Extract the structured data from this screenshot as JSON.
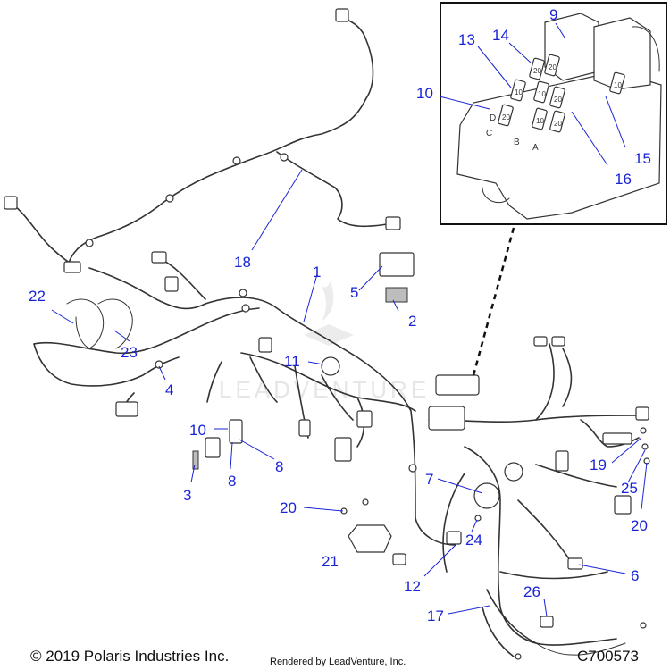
{
  "diagram": {
    "watermark": "LEADVENTURE",
    "callouts": {
      "c1": "1",
      "c2": "2",
      "c3": "3",
      "c4": "4",
      "c5": "5",
      "c6": "6",
      "c7": "7",
      "c8a": "8",
      "c8b": "8",
      "c9": "9",
      "c10a": "10",
      "c10b": "10",
      "c11": "11",
      "c12": "12",
      "c13": "13",
      "c14": "14",
      "c15": "15",
      "c16": "16",
      "c17": "17",
      "c18": "18",
      "c19": "19",
      "c20a": "20",
      "c20b": "20",
      "c21": "21",
      "c22": "22",
      "c23": "23",
      "c24": "24",
      "c25": "25",
      "c26": "26"
    },
    "fuse_labels": [
      "20",
      "20",
      "10",
      "10",
      "20",
      "20",
      "10",
      "20",
      "10"
    ],
    "relay_letters": [
      "D",
      "C",
      "B",
      "A"
    ]
  },
  "footer": {
    "copyright": "© 2019 Polaris Industries Inc.",
    "rendered_by": "Rendered by LeadVenture, Inc.",
    "code": "C700573"
  },
  "colors": {
    "callout": "#1a24d6",
    "line": "#333333"
  }
}
